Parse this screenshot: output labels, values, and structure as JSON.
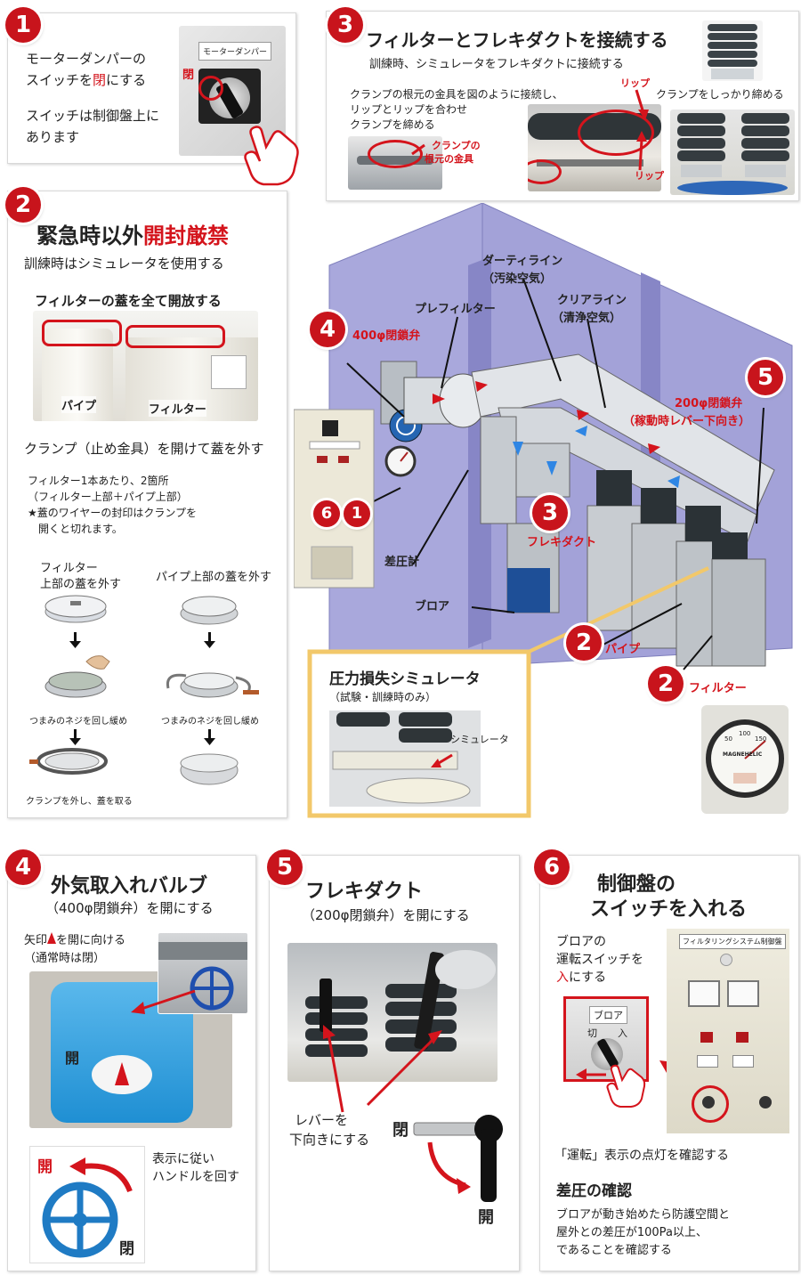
{
  "step1": {
    "num": "1",
    "line1": "モーターダンパーの",
    "line2_a": "スイッチを",
    "line2_b": "閉",
    "line2_c": "にする",
    "line3": "スイッチは制御盤上に",
    "line4": "あります",
    "photo_label": "モーターダンパー",
    "photo_close": "閉"
  },
  "step2": {
    "num": "2",
    "title_a": "緊急時以外",
    "title_b": "開封厳禁",
    "subtitle": "訓練時はシミュレータを使用する",
    "lid_heading": "フィルターの蓋を全て開放する",
    "label_pipe": "パイプ",
    "label_filter": "フィルター",
    "clamp_heading": "クランプ（止め金具）を開けて蓋を外す",
    "note1": "フィルター1本あたり、2箇所",
    "note2": "（フィルター上部＋パイプ上部）",
    "note3": "★蓋のワイヤーの封印はクランプを",
    "note4": "開くと切れます。",
    "col1_h1": "フィルター",
    "col1_h2": "上部の蓋を外す",
    "col2_h": "パイプ上部の蓋を外す",
    "caption_loosen1": "つまみのネジを回し緩め",
    "caption_loosen2": "つまみのネジを回し緩め",
    "caption_remove": "クランプを外し、蓋を取る"
  },
  "step3": {
    "num": "3",
    "title": "フィルターとフレキダクトを接続する",
    "subtitle": "訓練時、シミュレータをフレキダクトに接続する",
    "desc1": "クランプの根元の金具を図のように接続し、",
    "desc2": "リップとリップを合わせ",
    "desc3": "クランプを締める",
    "lip_top": "リップ",
    "lip_bottom": "リップ",
    "clamp_base1": "クランプの",
    "clamp_base2": "根元の金具",
    "tighten": "クランプをしっかり締める"
  },
  "diagram": {
    "dirty1": "ダーティライン",
    "dirty2": "（汚染空気）",
    "clear1": "クリアライン",
    "clear2": "（清浄空気）",
    "prefilter": "プレフィルター",
    "valve400": "400φ閉鎖弁",
    "valve200a": "200φ閉鎖弁",
    "valve200b": "（稼動時レバー下向き）",
    "flexduct": "フレキダクト",
    "blower": "ブロア",
    "pipe": "パイプ",
    "filter": "フィルター",
    "gauge": "差圧計",
    "badge4": "4",
    "badge5": "5",
    "badge3": "3",
    "badge6": "6",
    "badge1": "1",
    "badge2a": "2",
    "badge2b": "2",
    "sim_title": "圧力損失シミュレータ",
    "sim_sub": "（試験・訓練時のみ）",
    "sim_label": "シミュレータ",
    "gauge_brand": "MAGNEHELIC",
    "gauge_ticks": [
      "50",
      "100",
      "150"
    ]
  },
  "step4": {
    "num": "4",
    "title": "外気取入れバルブ",
    "subtitle": "（400φ閉鎖弁）を開にする",
    "arrow_note_a": "矢印",
    "arrow_note_b": "を開に向ける",
    "arrow_note2": "（通常時は閉）",
    "photo_open": "開",
    "handle_open": "開",
    "handle_close": "閉",
    "instr1": "表示に従い",
    "instr2": "ハンドルを回す"
  },
  "step5": {
    "num": "5",
    "title": "フレキダクト",
    "subtitle": "（200φ閉鎖弁）を開にする",
    "lever1": "レバーを",
    "lever2": "下向きにする",
    "close": "閉",
    "open": "開"
  },
  "step6": {
    "num": "6",
    "title1": "制御盤の",
    "title2": "スイッチを入れる",
    "desc1": "ブロアの",
    "desc2": "運転スイッチを",
    "desc3_a": "入",
    "desc3_b": "にする",
    "switch_label": "ブロア",
    "switch_off": "切",
    "switch_on": "入",
    "panel_title": "フィルタリングシステム制御盤",
    "confirm": "「運転」表示の点灯を確認する",
    "pressure_title": "差圧の確認",
    "pressure1": "ブロアが動き始めたら防護空間と",
    "pressure2": "屋外との差圧が100Pa以上、",
    "pressure3": "であることを確認する"
  },
  "colors": {
    "accent_red": "#c8141c",
    "wall_purple": "#a9a8dc",
    "valve_blue": "#1f7bc4",
    "sim_border": "#f2c86a"
  }
}
